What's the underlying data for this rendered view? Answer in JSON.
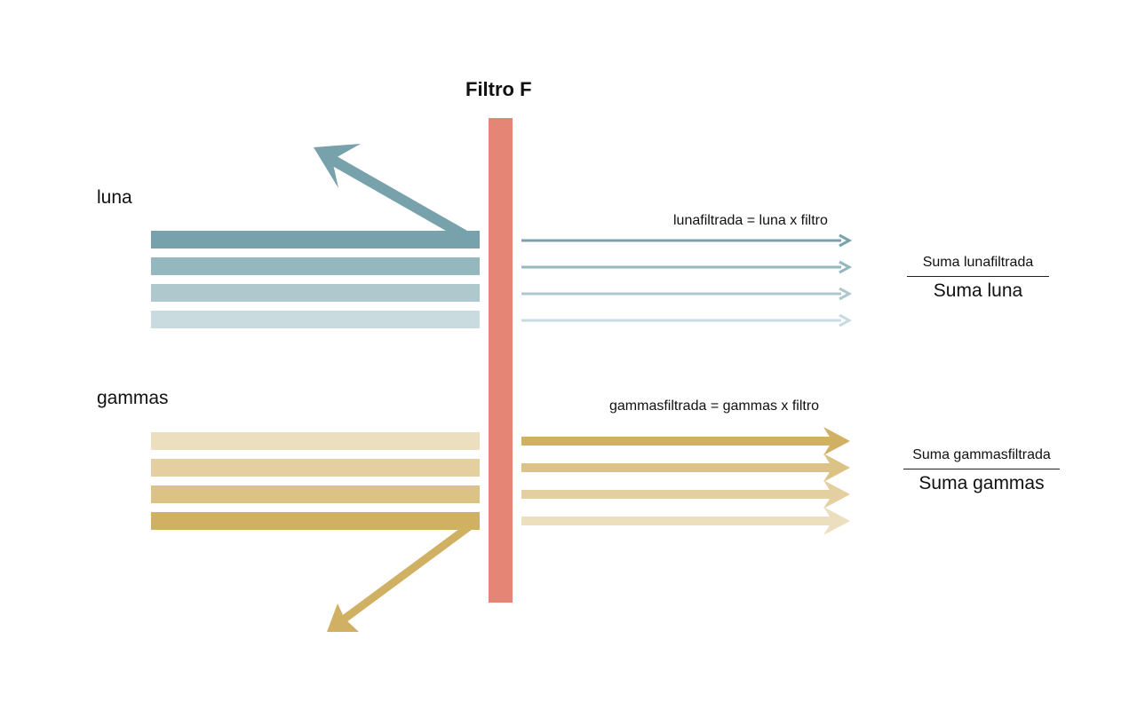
{
  "filter_label": "Filtro F",
  "luna": {
    "label": "luna",
    "equation": "lunafiltrada = luna x filtro",
    "ratio_numerator": "Suma lunafiltrada",
    "ratio_denominator": "Suma luna",
    "colors": [
      "#78a2ab",
      "#94b8bd",
      "#afc8cd",
      "#cadbdf"
    ]
  },
  "gammas": {
    "label": "gammas",
    "equation": "gammasfiltrada = gammas x filtro",
    "ratio_numerator": "Suma gammasfiltrada",
    "ratio_denominator": "Suma gammas",
    "colors": [
      "#ecdfc0",
      "#e3cf9f",
      "#dac385",
      "#d0b062"
    ]
  },
  "filter_color": "#e58576"
}
